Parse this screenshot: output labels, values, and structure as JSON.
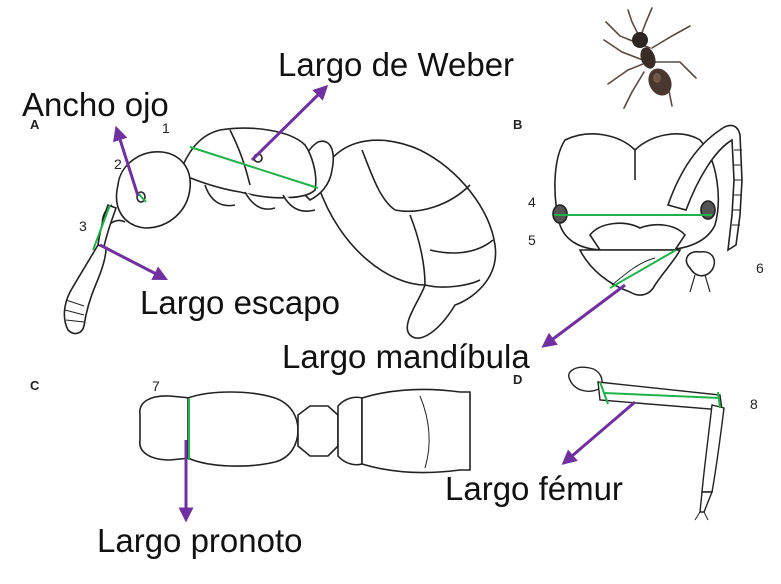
{
  "panels": {
    "a": "A",
    "b": "B",
    "c": "C",
    "d": "D"
  },
  "numbers": {
    "n1": "1",
    "n2": "2",
    "n3": "3",
    "n4": "4",
    "n5": "5",
    "n6": "6",
    "n7": "7",
    "n8": "8"
  },
  "labels": {
    "weber": "Largo de Weber",
    "eye": "Ancho ojo",
    "scape": "Largo escapo",
    "mandible": "Largo mandíbula",
    "femur": "Largo fémur",
    "pronotum": "Largo pronoto"
  },
  "colors": {
    "measure_line": "#1fb24a",
    "arrow": "#7030a0",
    "outline": "#222222"
  },
  "icons": {
    "ant_photo": "ant-icon"
  }
}
